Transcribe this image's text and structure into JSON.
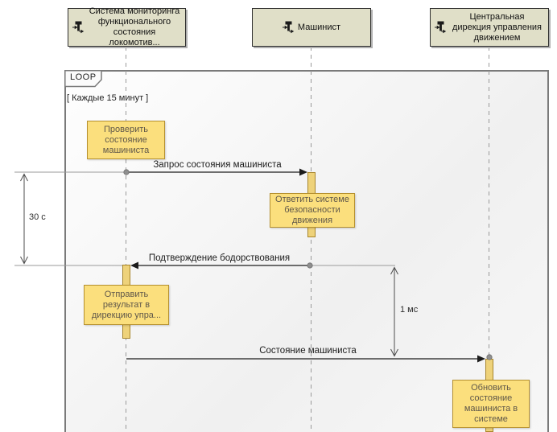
{
  "colors": {
    "actor_fill": "#e0dfc8",
    "actor_border": "#2f2f2f",
    "action_fill": "#fbdf7d",
    "action_border": "#b5902f",
    "action_text": "#5f574a",
    "activation_fill": "#eed27a",
    "activation_border": "#a8862c",
    "frame_border": "#7a7a7a",
    "lifeline": "#9a9a9a",
    "message": "#1c1c1c",
    "endpoint": "#8f8f8f",
    "duration": "#4d4d4d"
  },
  "actors": [
    {
      "label": "Система мониторинга функционального состояния локомотив..."
    },
    {
      "label": "Машинист"
    },
    {
      "label": "Центральная дирекция управления движением"
    }
  ],
  "fragment": {
    "operator": "LOOP",
    "guard": "[ Каждые 15 минут ]"
  },
  "actions": [
    {
      "label": "Проверить состояние машиниста"
    },
    {
      "label": "Ответить системе безопасности движения"
    },
    {
      "label": "Отправить результат в дирекцию упра..."
    },
    {
      "label": "Обновить состояние машиниста в системе"
    }
  ],
  "messages": [
    {
      "label": "Запрос состояния машиниста"
    },
    {
      "label": "Подтверждение бодорствования"
    },
    {
      "label": "Состояние машиниста"
    }
  ],
  "durations": [
    {
      "label": "30 с"
    },
    {
      "label": "1 мс"
    }
  ]
}
